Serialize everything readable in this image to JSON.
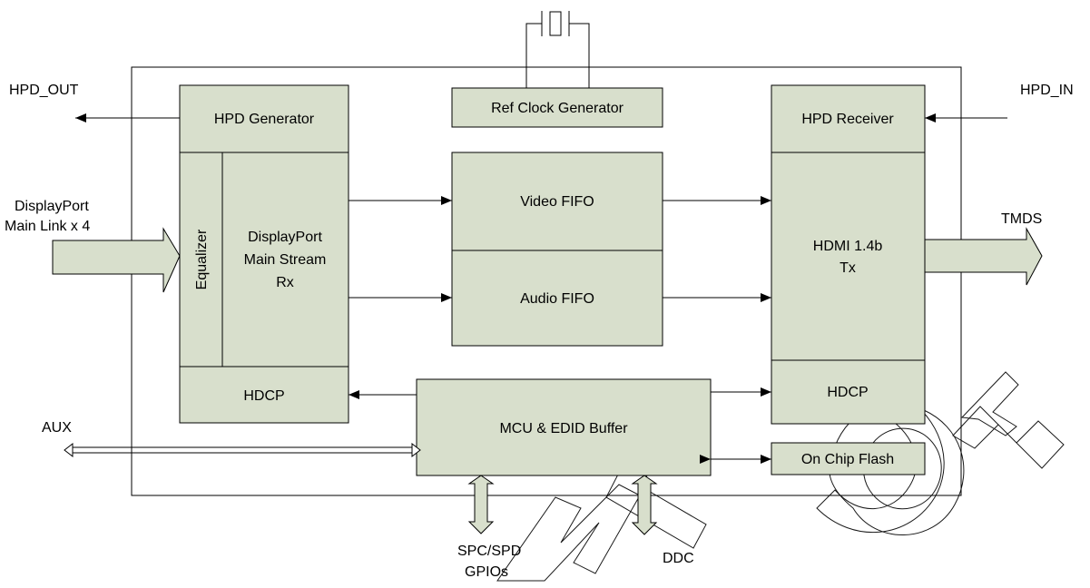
{
  "signals": {
    "hpd_out": "HPD_OUT",
    "hpd_in": "HPD_IN",
    "dp_main_link_line1": "DisplayPort",
    "dp_main_link_line2": "Main Link x 4",
    "tmds": "TMDS",
    "aux": "AUX",
    "spc_spd_line1": "SPC/SPD",
    "spc_spd_line2": "GPIOs",
    "ddc": "DDC"
  },
  "blocks": {
    "hpd_generator": "HPD Generator",
    "ref_clock_generator": "Ref Clock Generator",
    "hpd_receiver": "HPD Receiver",
    "equalizer": "Equalizer",
    "dp_rx_line1": "DisplayPort",
    "dp_rx_line2": "Main Stream",
    "dp_rx_line3": "Rx",
    "video_fifo": "Video FIFO",
    "audio_fifo": "Audio FIFO",
    "hdmi_tx_line1": "HDMI 1.4b",
    "hdmi_tx_line2": "Tx",
    "hdcp_rx": "HDCP",
    "hdcp_tx": "HDCP",
    "mcu_edid": "MCU & EDID Buffer",
    "on_chip_flash": "On Chip Flash"
  },
  "watermark": "ONLY COPY",
  "colors": {
    "block_fill": "#d8dfcc",
    "stroke": "#000000",
    "background": "#ffffff"
  }
}
